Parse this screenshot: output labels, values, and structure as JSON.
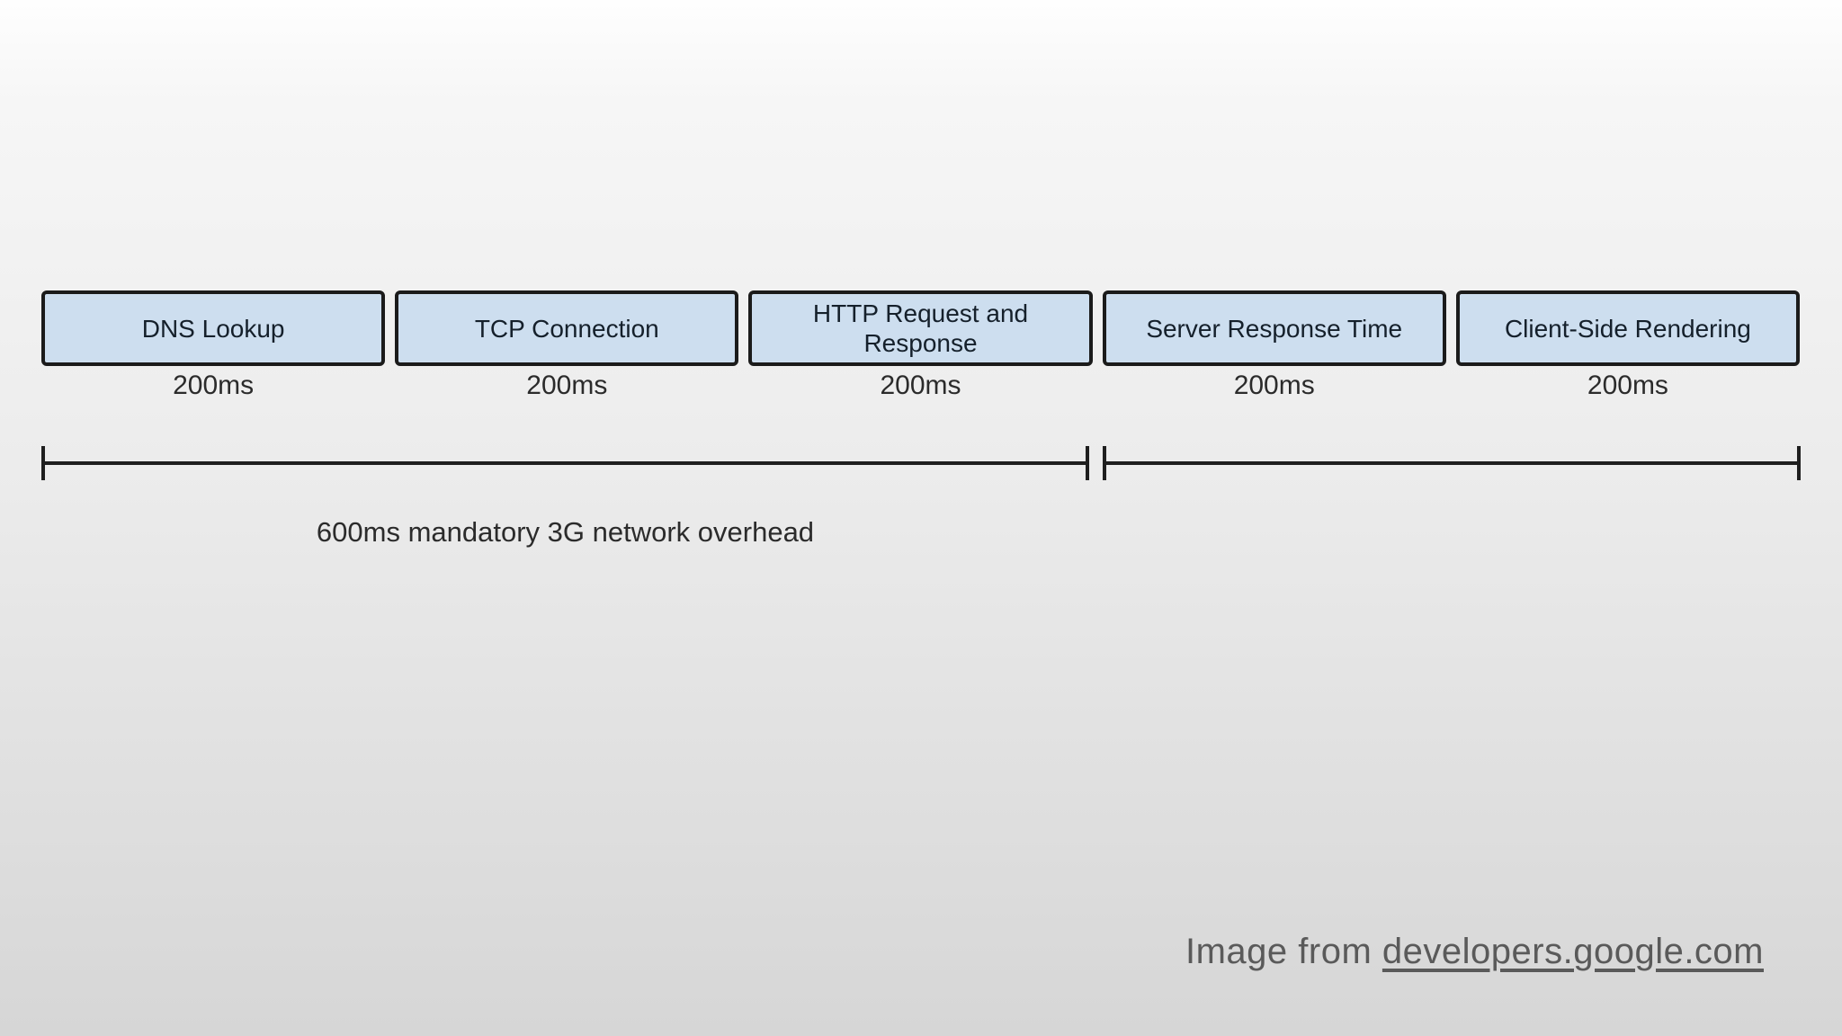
{
  "diagram": {
    "phases": [
      {
        "label": "DNS Lookup",
        "duration": "200ms"
      },
      {
        "label": "TCP Connection",
        "duration": "200ms"
      },
      {
        "label": "HTTP Request and Response",
        "duration": "200ms"
      },
      {
        "label": "Server Response Time",
        "duration": "200ms"
      },
      {
        "label": "Client-Side Rendering",
        "duration": "200ms"
      }
    ],
    "timeline": {
      "overhead_label": "600ms mandatory 3G network overhead"
    }
  },
  "attribution": {
    "prefix": "Image from ",
    "link_text": "developers.google.com"
  },
  "colors": {
    "box_fill": "#cddeef",
    "box_border": "#1b1b1b",
    "box_text": "#15202b",
    "timeline": "#1f1f1f",
    "caption_text": "#2b2b2b",
    "attribution_text": "#5a5a5a",
    "background_top": "#fefefe",
    "background_bottom": "#d6d6d6"
  }
}
